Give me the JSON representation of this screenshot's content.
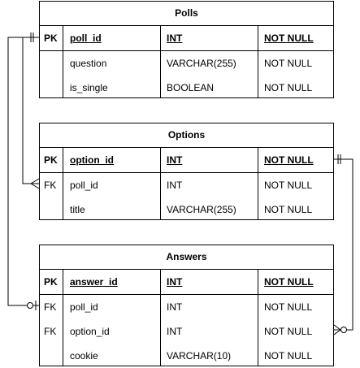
{
  "tables": {
    "polls": {
      "title": "Polls",
      "rows": [
        {
          "key": "PK",
          "name": "poll_id",
          "type": "INT",
          "null": "NOT NULL"
        },
        {
          "key": "",
          "name": "question",
          "type": "VARCHAR(255)",
          "null": "NOT NULL"
        },
        {
          "key": "",
          "name": "is_single",
          "type": "BOOLEAN",
          "null": "NOT NULL"
        }
      ]
    },
    "options": {
      "title": "Options",
      "rows": [
        {
          "key": "PK",
          "name": "option_id",
          "type": "INT",
          "null": "NOT NULL"
        },
        {
          "key": "FK",
          "name": "poll_id",
          "type": "INT",
          "null": "NOT NULL"
        },
        {
          "key": "",
          "name": "title",
          "type": "VARCHAR(255)",
          "null": "NOT NULL"
        }
      ]
    },
    "answers": {
      "title": "Answers",
      "rows": [
        {
          "key": "PK",
          "name": "answer_id",
          "type": "INT",
          "null": "NOT NULL"
        },
        {
          "key": "FK",
          "name": "poll_id",
          "type": "INT",
          "null": "NOT NULL"
        },
        {
          "key": "FK",
          "name": "option_id",
          "type": "INT",
          "null": "NOT NULL"
        },
        {
          "key": "",
          "name": "cookie",
          "type": "VARCHAR(10)",
          "null": "NOT NULL"
        }
      ]
    }
  },
  "relationships": [
    {
      "from": "polls.poll_id",
      "to": "options.poll_id",
      "from_cardinality": "one-and-only-one",
      "to_cardinality": "one-or-many"
    },
    {
      "from": "polls.poll_id",
      "to": "answers.poll_id",
      "from_cardinality": "one-and-only-one",
      "to_cardinality": "zero-or-one"
    },
    {
      "from": "options.option_id",
      "to": "answers.option_id",
      "from_cardinality": "one-and-only-one",
      "to_cardinality": "zero-or-many"
    }
  ]
}
